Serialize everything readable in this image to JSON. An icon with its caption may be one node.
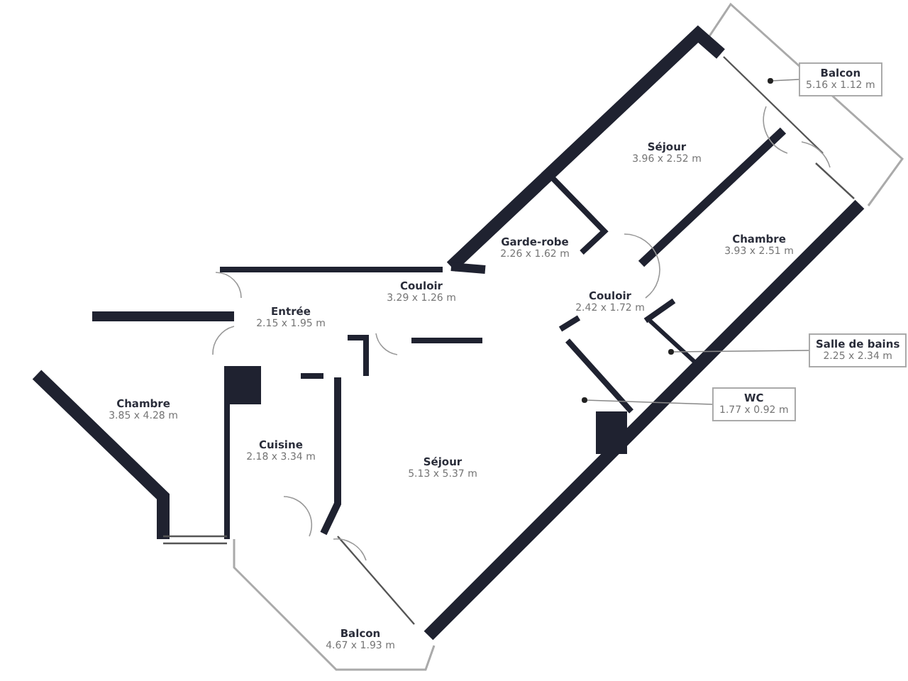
{
  "diagram": {
    "nodes": [
      {
        "text": [
          "Balcon",
          "5.16 x 1.12 m"
        ]
      },
      {
        "text": [
          "Séjour",
          "3.96 x 2.52 m"
        ]
      },
      {
        "text": [
          "Chambre",
          "3.93 x 2.51 m"
        ]
      },
      {
        "text": [
          "Garde-robe",
          "2.26 x 1.62 m"
        ]
      },
      {
        "text": [
          "Couloir",
          "2.42 x 1.72 m"
        ]
      },
      {
        "text": [
          "Couloir",
          "3.29 x 1.26 m"
        ]
      },
      {
        "text": [
          "Entrée",
          "2.15 x 1.95 m"
        ]
      },
      {
        "text": [
          "Salle de bains",
          "2.25 x 2.34 m"
        ]
      },
      {
        "text": [
          "WC",
          "1.77 x 0.92 m"
        ]
      },
      {
        "text": [
          "Chambre",
          "3.85 x 4.28 m"
        ]
      },
      {
        "text": [
          "Cuisine",
          "2.18 x 3.34 m"
        ]
      },
      {
        "text": [
          "Séjour",
          "5.13 x 5.37 m"
        ]
      },
      {
        "text": [
          "Balcon",
          "4.67 x 1.93 m"
        ]
      }
    ],
    "edges": [
      {
        "from": 0,
        "to": null,
        "arrow": "other"
      },
      {
        "from": 7,
        "to": null,
        "arrow": "other"
      },
      {
        "from": 8,
        "to": null,
        "arrow": "other"
      }
    ]
  }
}
